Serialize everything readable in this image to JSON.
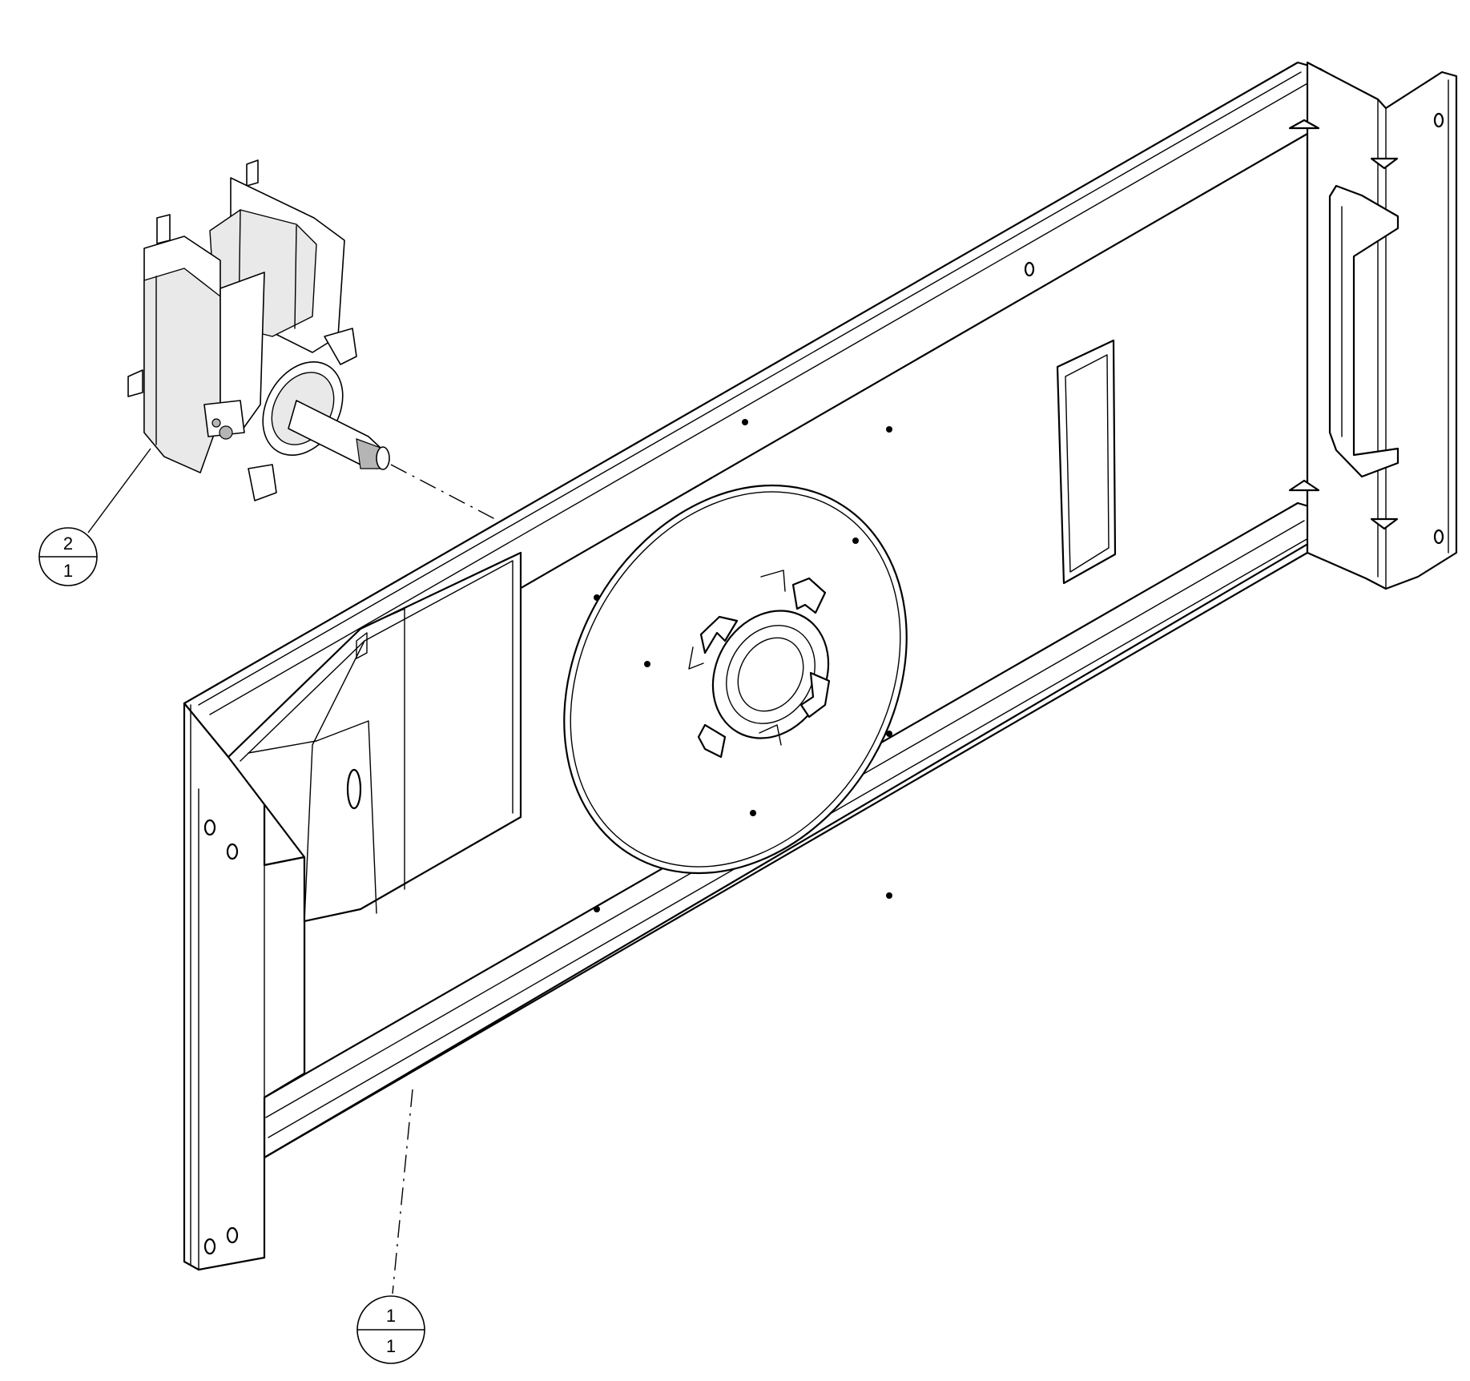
{
  "callouts": [
    {
      "id": "motor",
      "item_number": "2",
      "quantity": "1"
    },
    {
      "id": "panel",
      "item_number": "1",
      "quantity": "1"
    }
  ],
  "colors": {
    "line": "#000000",
    "background": "#ffffff"
  }
}
